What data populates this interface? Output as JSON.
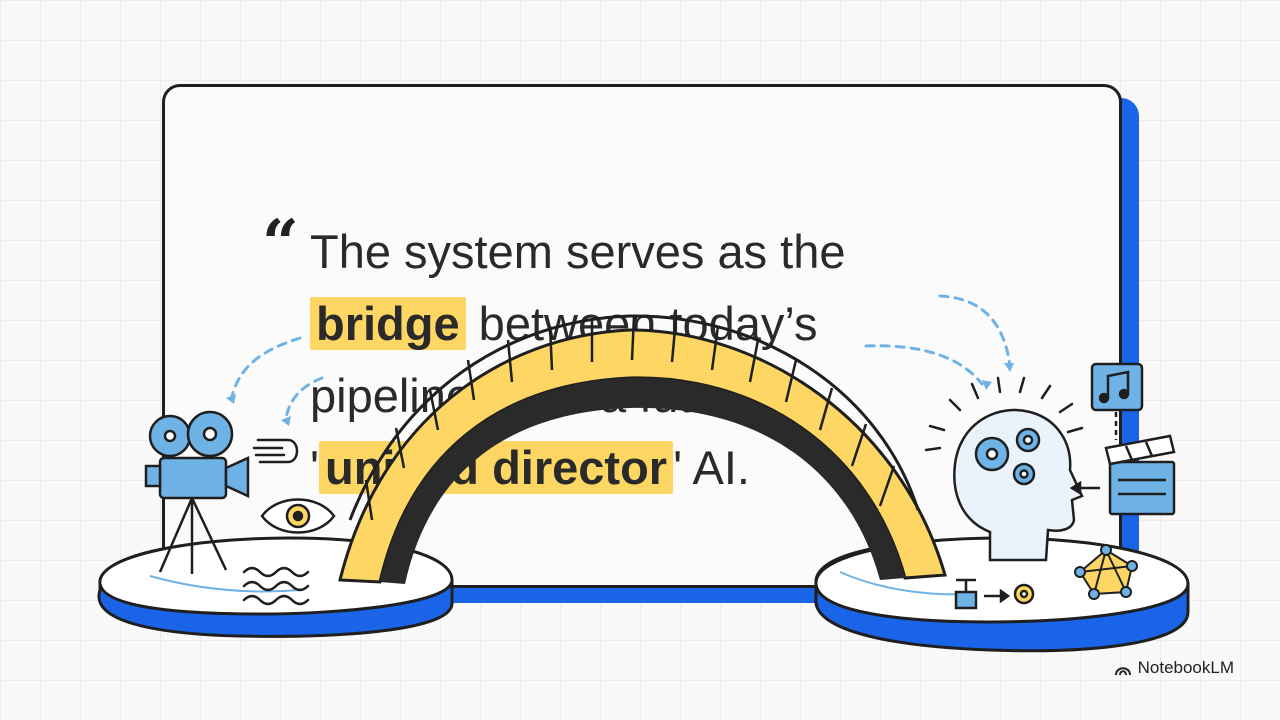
{
  "slide": {
    "quote_mark": "“",
    "quote": {
      "line1": "The system serves as the",
      "line2_highlight": "bridge",
      "line2_rest": " between today’s",
      "line3": "pipelines and a future",
      "line4_prefix": "'",
      "line4_highlight": "unified director",
      "line4_suffix": "' AI."
    }
  },
  "brand": {
    "name": "NotebookLM",
    "icon": "notebooklm-logo-icon"
  },
  "colors": {
    "accent_blue": "#1a64e8",
    "light_blue": "#6fb3e6",
    "highlight_yellow": "#fdd663",
    "ink": "#1f1f1f"
  }
}
